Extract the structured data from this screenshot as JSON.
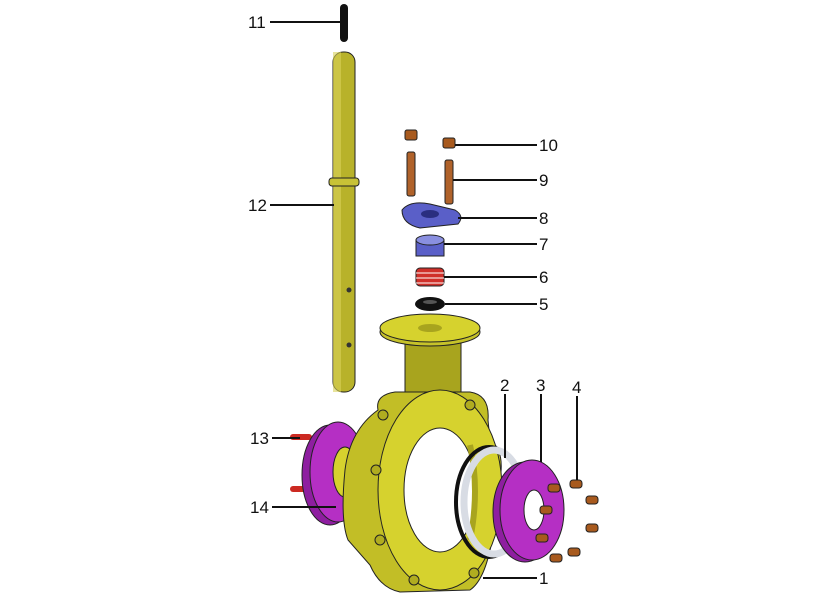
{
  "title": "Butterfly valve exploded view",
  "colors": {
    "body": "#d6d22e",
    "flange": "#b52fc4",
    "bolt": "#a85a1e",
    "stem": "#b8b22a",
    "gland": "#5a5fc8",
    "packing": "#d0302a",
    "seal": "#111111",
    "ring": "#d8dce4",
    "pin": "#cc2a22"
  },
  "callouts": [
    {
      "id": "1",
      "part": "body"
    },
    {
      "id": "2",
      "part": "seat-ring"
    },
    {
      "id": "3",
      "part": "flange-right"
    },
    {
      "id": "4",
      "part": "flange-bolts"
    },
    {
      "id": "5",
      "part": "bottom-seal"
    },
    {
      "id": "6",
      "part": "packing"
    },
    {
      "id": "7",
      "part": "gland-bushing"
    },
    {
      "id": "8",
      "part": "gland-flange"
    },
    {
      "id": "9",
      "part": "studs"
    },
    {
      "id": "10",
      "part": "nuts"
    },
    {
      "id": "11",
      "part": "key"
    },
    {
      "id": "12",
      "part": "stem"
    },
    {
      "id": "13",
      "part": "pins"
    },
    {
      "id": "14",
      "part": "flange-left"
    }
  ]
}
